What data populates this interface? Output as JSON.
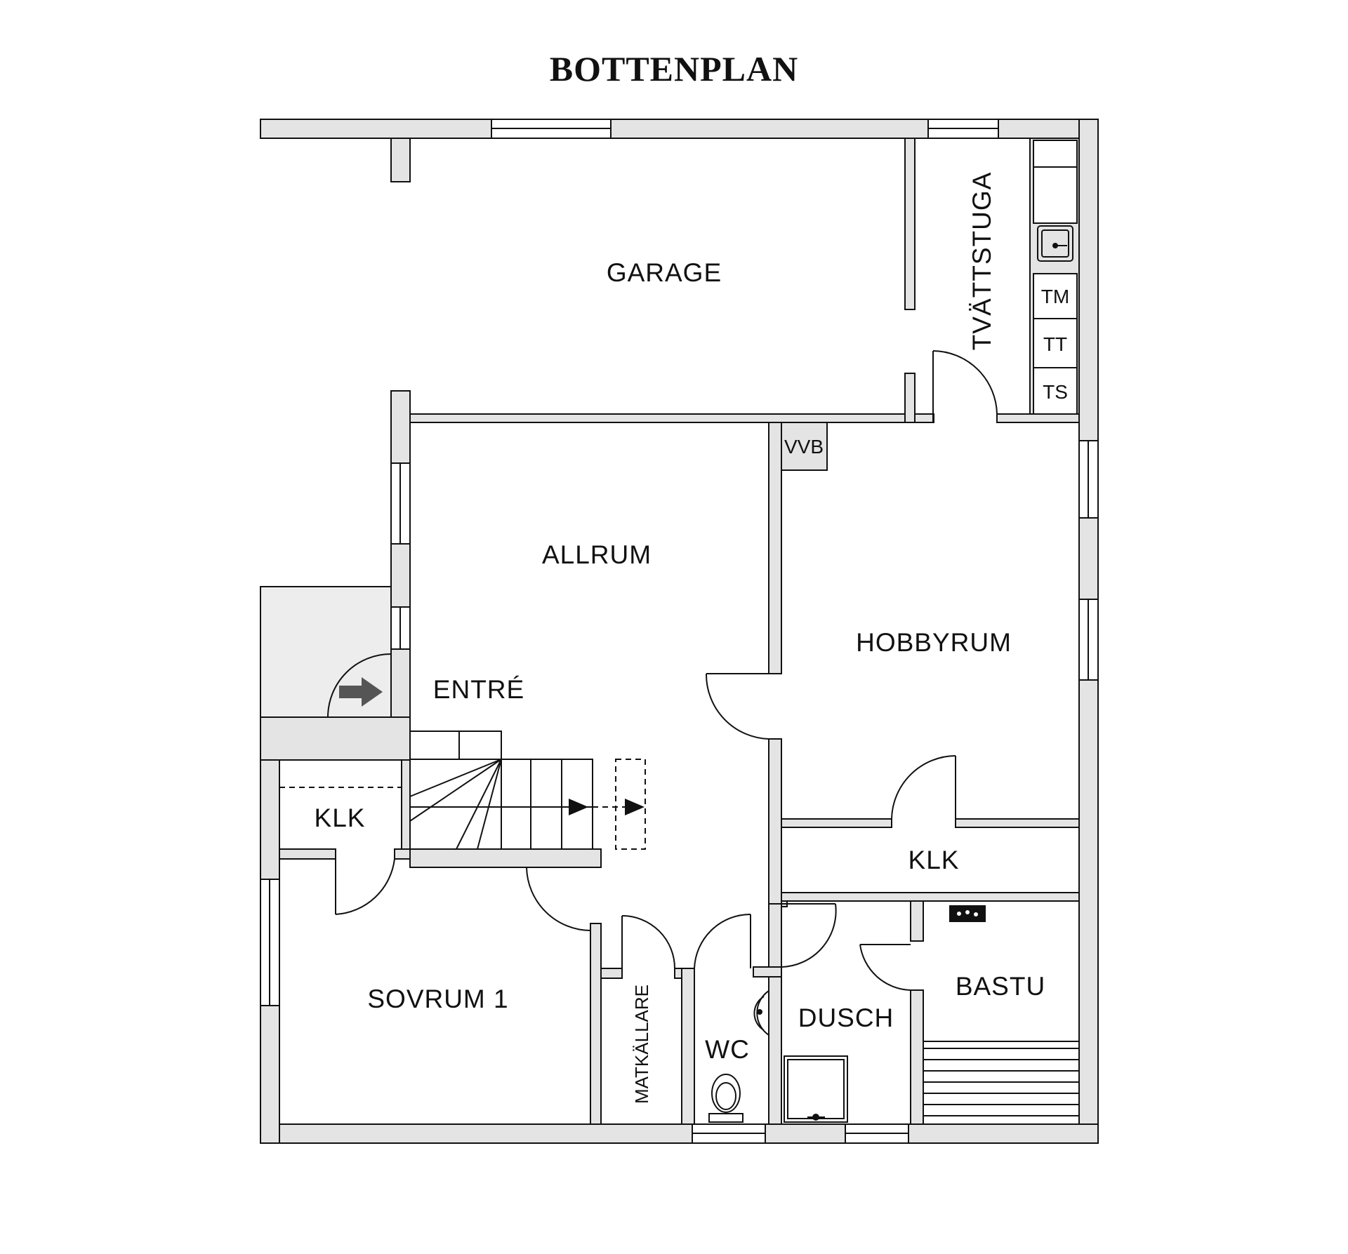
{
  "title": "BOTTENPLAN",
  "rooms": {
    "garage": "GARAGE",
    "tvattstuga": "TVÄTTSTUGA",
    "allrum": "ALLRUM",
    "hobbyrum": "HOBBYRUM",
    "entre": "ENTRÉ",
    "klk_left": "KLK",
    "klk_right": "KLK",
    "sovrum": "SOVRUM 1",
    "matkallare": "MATKÄLLARE",
    "wc": "WC",
    "dusch": "DUSCH",
    "bastu": "BASTU"
  },
  "fixtures": {
    "vvb": "VVB",
    "tm": "TM",
    "tt": "TT",
    "ts": "TS"
  },
  "icons": {
    "entry": "entry-arrow-icon",
    "sink": "sink-icon",
    "toilet": "toilet-icon",
    "shower": "shower-icon",
    "stove": "sauna-stove-icon",
    "stairs": "stairs-icon"
  },
  "colors": {
    "wall": "#e4e4e4",
    "line": "#111111",
    "porch": "#ededed",
    "arrow": "#555555"
  }
}
